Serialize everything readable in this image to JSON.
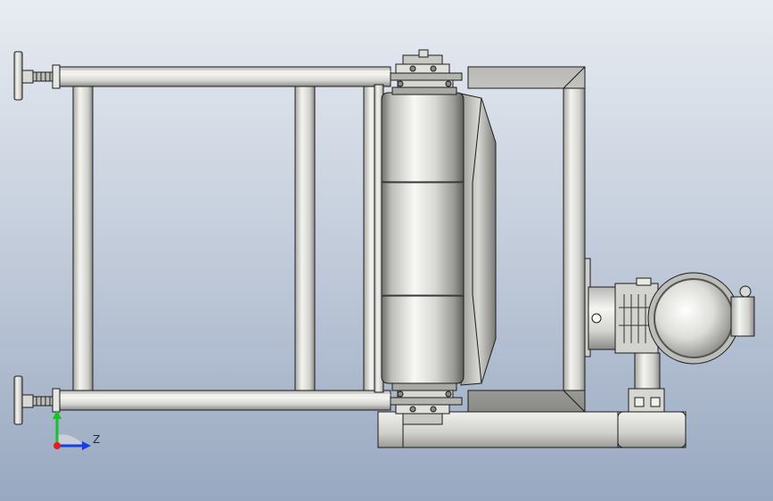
{
  "scene": {
    "colors": {
      "background_top": "#e8ecf2",
      "background_bottom": "#98a8c0",
      "steel_light": "#f4f4f2",
      "steel_mid": "#c8c8c4",
      "steel_dark": "#6e6e6a",
      "outline": "#1c1c1c"
    },
    "components": [
      "side-frame",
      "leveling-foot",
      "conveyor-idler-rollers",
      "bearing-flange",
      "square-frame",
      "gear-motor",
      "base-plate"
    ]
  },
  "triad": {
    "z_label": "Z",
    "x_color": "#e0201c",
    "y_color": "#18c02a",
    "z_color": "#1840e0"
  }
}
